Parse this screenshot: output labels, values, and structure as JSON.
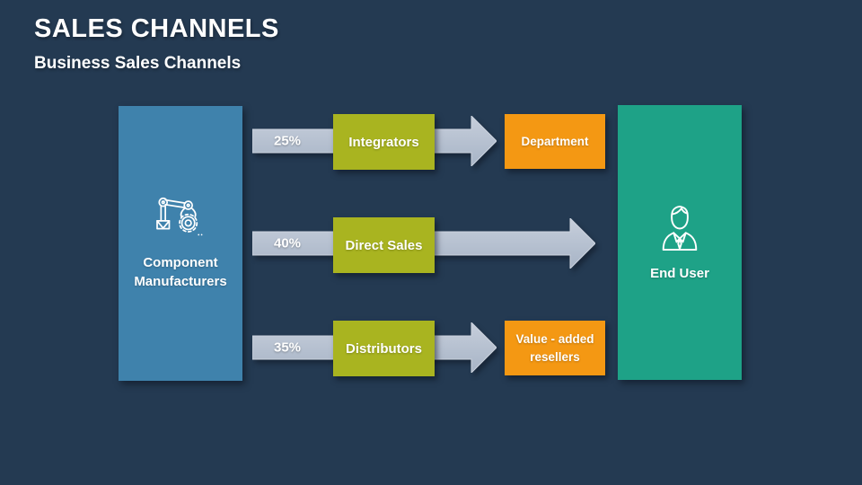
{
  "slide": {
    "title": "SALES CHANNELS",
    "subtitle": "Business Sales Channels"
  },
  "source": {
    "label": "Component Manufacturers",
    "icon": "robotic-arm-icon"
  },
  "end": {
    "label": "End User",
    "icon": "business-person-icon"
  },
  "flows": [
    {
      "percent": "25%",
      "channel": "Integrators",
      "destination": "Department"
    },
    {
      "percent": "40%",
      "channel": "Direct Sales"
    },
    {
      "percent": "35%",
      "channel": "Distributors",
      "destination": "Value - added resellers"
    }
  ],
  "colors": {
    "background": "#243a52",
    "source_box": "#3f82ac",
    "end_box": "#1ea287",
    "channel_box": "#a9b420",
    "destination_box": "#f49813",
    "arrow": "#b2becd",
    "text": "#ffffff"
  }
}
